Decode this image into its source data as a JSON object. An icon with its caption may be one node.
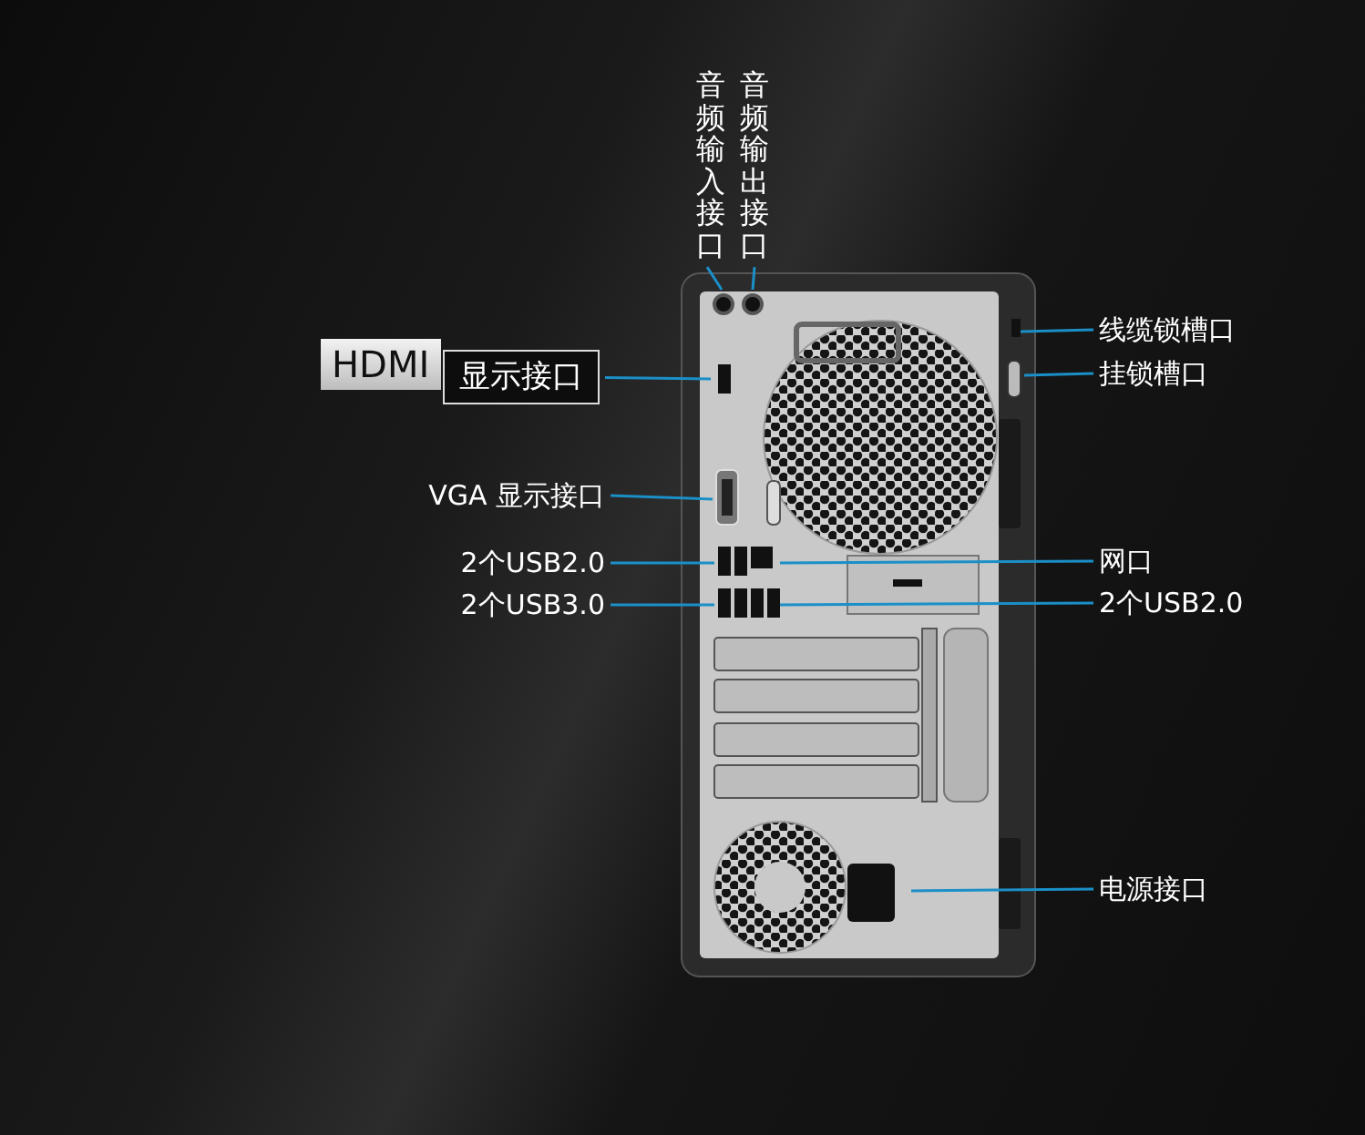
{
  "diagram": {
    "nodes": [
      {
        "text": [
          "音频输入接口"
        ]
      },
      {
        "text": [
          "音频输出接口"
        ]
      },
      {
        "text": [
          "HDMI"
        ]
      },
      {
        "text": [
          "显示接口"
        ]
      },
      {
        "text": [
          "VGA 显示接口"
        ]
      },
      {
        "text": [
          "2个USB2.0"
        ]
      },
      {
        "text": [
          "2个USB3.0"
        ]
      },
      {
        "text": [
          "线缆锁槽口"
        ]
      },
      {
        "text": [
          "挂锁槽口"
        ]
      },
      {
        "text": [
          "网口"
        ]
      },
      {
        "text": [
          "2个USB2.0"
        ]
      },
      {
        "text": [
          "电源接口"
        ]
      }
    ],
    "edges": [
      {
        "from": 0,
        "to": null,
        "arrow": "none"
      },
      {
        "from": 1,
        "to": null,
        "arrow": "none"
      },
      {
        "from": 3,
        "to": null,
        "arrow": "none"
      },
      {
        "from": 4,
        "to": null,
        "arrow": "none"
      },
      {
        "from": 5,
        "to": null,
        "arrow": "none"
      },
      {
        "from": 6,
        "to": null,
        "arrow": "none"
      },
      {
        "from": 7,
        "to": null,
        "arrow": "none"
      },
      {
        "from": 8,
        "to": null,
        "arrow": "none"
      },
      {
        "from": 9,
        "to": null,
        "arrow": "none"
      },
      {
        "from": 10,
        "to": null,
        "arrow": "none"
      },
      {
        "from": 11,
        "to": null,
        "arrow": "none"
      }
    ]
  }
}
